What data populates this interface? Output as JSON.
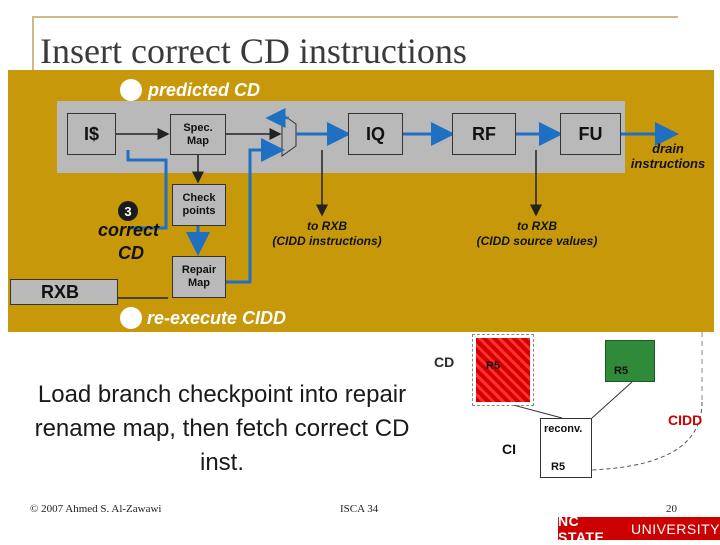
{
  "slide": {
    "title": "Insert correct CD instructions",
    "description": "Load branch checkpoint into repair rename map, then fetch correct CD inst.",
    "footer_left": "© 2007 Ahmed S. Al-Zawawi",
    "footer_center": "ISCA 34",
    "footer_right": "20",
    "brand_bold": "NC STATE",
    "brand_rest": "UNIVERSITY"
  },
  "diagram": {
    "step1_label": "predicted CD",
    "step3_number": "3",
    "step3_label_line1": "correct",
    "step3_label_line2": "CD",
    "step_last_label": "re-execute CIDD",
    "boxes": {
      "icache": "I$",
      "spec_map_line1": "Spec.",
      "spec_map_line2": "Map",
      "iq": "IQ",
      "rf": "RF",
      "fu": "FU",
      "check_points_line1": "Check",
      "check_points_line2": "points",
      "repair_map_line1": "Repair",
      "repair_map_line2": "Map",
      "rxb": "RXB"
    },
    "annotations": {
      "drain_line1": "drain",
      "drain_line2": "instructions",
      "to_rxb_1_line1": "to RXB",
      "to_rxb_1_line2": "(CIDD instructions)",
      "to_rxb_2_line1": "to RXB",
      "to_rxb_2_line2": "(CIDD source values)"
    },
    "colors": {
      "background": "#c7990a",
      "boxes": "#b9b9b9",
      "arrows": "#1f6fc2"
    }
  },
  "cfg": {
    "cd_label": "CD",
    "r5_write_1": "R5",
    "r5_write_2": "R5",
    "reconv_label": "reconv.",
    "r5_read": "R5",
    "ci_label": "CI",
    "cidd_label": "CIDD"
  }
}
